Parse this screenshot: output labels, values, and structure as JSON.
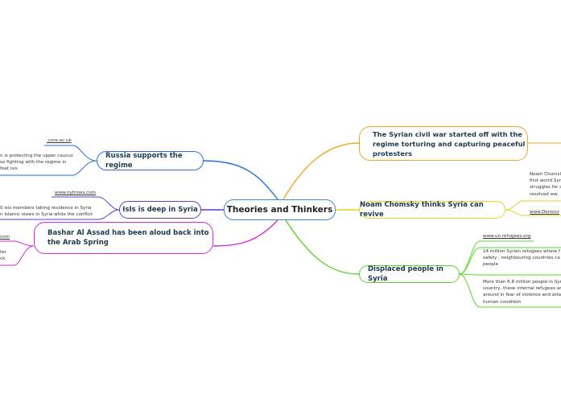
{
  "central": "Theories and Thinkers",
  "colors": {
    "blue": "#2a6fe0",
    "purple": "#5a3fc8",
    "magenta": "#d42ad8",
    "orange": "#f5a623",
    "yellow": "#e6d22a",
    "green": "#5ad62a"
  },
  "branches": {
    "russia": {
      "label": "Russia supports the regime",
      "leaf1": ".core.ac.uk",
      "leaf2": [
        "n is protecting the upper caucus",
        "so fighting with the regime in",
        "feat isis"
      ]
    },
    "isis": {
      "label": "IsIs is deep in Syria",
      "leaf1": "www.nytimes.com",
      "leaf2": [
        "0 isis members taking residence in Syria",
        "n Islamic views in Syria while the conflict"
      ]
    },
    "bashar": {
      "label_lines": [
        "Bashar Al Assad has been aloud back into",
        "the Arab Spring"
      ],
      "leaf1": "com",
      "leaf2": [
        "ter",
        "ck"
      ]
    },
    "civil_war": {
      "label_lines": [
        "The Syrian civil war started off with the",
        "regime torturing and capturing peaceful",
        "protesters"
      ]
    },
    "chomsky": {
      "label": "Noam Chomsky  thinks Syria can revive",
      "leaf1": [
        "Noam Chomsl",
        "first world Syr",
        "struggles for c",
        "resolved ww."
      ],
      "leaf2": "www.Democr"
    },
    "displaced": {
      "label": "Displaced people in Syria",
      "leaf1": "www.un refugees.org",
      "leaf2": [
        "14 million Syrian refugees where f",
        "safety , neighbouring countries ca",
        "people"
      ],
      "leaf3": [
        "More than 6.8 million people in Syr",
        "country, these internal refugees ar",
        "around in fear of violence and atta",
        "human condition"
      ]
    }
  }
}
